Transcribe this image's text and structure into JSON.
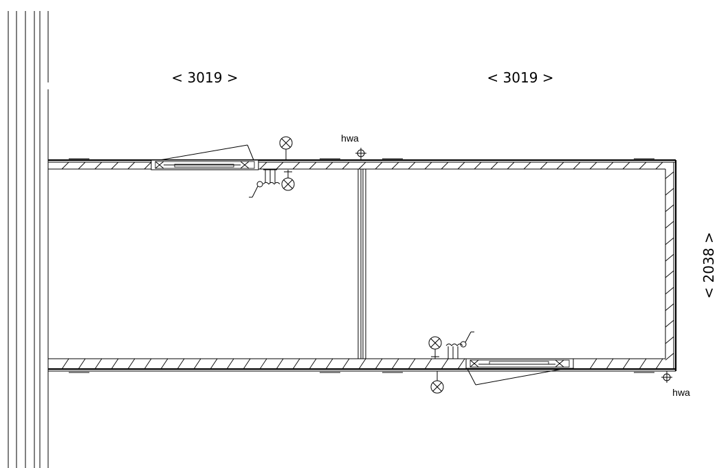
{
  "dimensions": {
    "width_left": "< 3019 >",
    "width_right": "< 3019 >",
    "depth": "< 2038 >"
  },
  "annotations": {
    "hwa_top": "hwa",
    "hwa_bottom": "hwa"
  },
  "colors": {
    "line": "#000000",
    "background": "#ffffff"
  },
  "symbols": [
    "lamp-icon",
    "switch-icon",
    "drain-icon",
    "window-icon",
    "door-swing-icon"
  ]
}
